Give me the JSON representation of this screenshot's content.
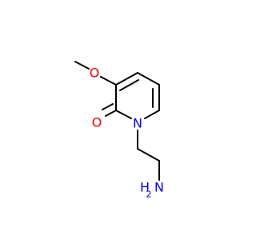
{
  "molecule": {
    "atoms": {
      "methoxy_oxygen": {
        "symbol": "O",
        "color": "#ff0000"
      },
      "carbonyl_oxygen": {
        "symbol": "O",
        "color": "#ff0000"
      },
      "ring_nitrogen": {
        "symbol": "N",
        "color": "#0000ff"
      },
      "amine": {
        "symbol_h": "H",
        "symbol_n": "N",
        "subscript": "2",
        "color": "#0000ff"
      }
    },
    "bond_color": "#000000"
  }
}
